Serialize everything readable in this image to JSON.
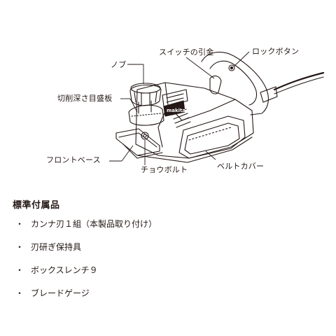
{
  "labels": {
    "switch_trigger": "スイッチの引金",
    "lock_button": "ロックボタン",
    "knob": "ノブ",
    "depth_scale": "切削深さ目盛板",
    "front_base": "フロントベース",
    "adjust_bolt": "チョウボルト",
    "belt_cover": "ベルトカバー"
  },
  "accessories": {
    "title": "標準付属品",
    "bullet": "・",
    "items": [
      "カンナ刃１組（本製品取り付け）",
      "刃研ぎ保持具",
      "ボックスレンチ９",
      "ブレードゲージ"
    ]
  }
}
